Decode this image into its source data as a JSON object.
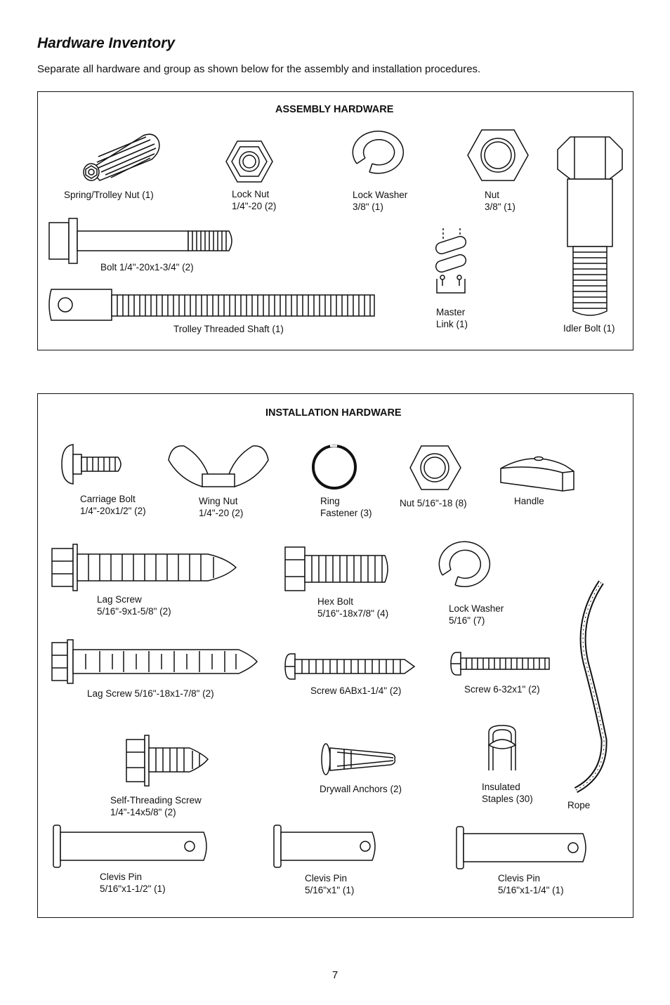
{
  "page": {
    "title": "Hardware Inventory",
    "intro": "Separate all hardware and group as shown below for the assembly and installation procedures.",
    "page_number": "7"
  },
  "assembly": {
    "heading": "ASSEMBLY HARDWARE",
    "items": {
      "spring_trolley_nut": {
        "line1": "Spring/Trolley Nut (1)",
        "icon": "spring-trolley-nut-icon"
      },
      "lock_nut": {
        "line1": "Lock Nut",
        "line2": "1/4\"-20 (2)",
        "icon": "lock-nut-icon"
      },
      "lock_washer": {
        "line1": "Lock Washer",
        "line2": "3/8\" (1)",
        "icon": "lock-washer-icon"
      },
      "nut": {
        "line1": "Nut",
        "line2": "3/8\" (1)",
        "icon": "hex-nut-icon"
      },
      "bolt": {
        "line1": "Bolt 1/4\"-20x1-3/4\" (2)",
        "icon": "bolt-icon"
      },
      "master_link": {
        "line1": "Master",
        "line2": "Link (1)",
        "icon": "master-link-icon"
      },
      "trolley_shaft": {
        "line1": "Trolley Threaded Shaft (1)",
        "icon": "threaded-shaft-icon"
      },
      "idler_bolt": {
        "line1": "Idler Bolt (1)",
        "icon": "idler-bolt-icon"
      }
    }
  },
  "installation": {
    "heading": "INSTALLATION HARDWARE",
    "items": {
      "carriage_bolt": {
        "line1": "Carriage Bolt",
        "line2": "1/4\"-20x1/2\" (2)",
        "icon": "carriage-bolt-icon"
      },
      "wing_nut": {
        "line1": "Wing Nut",
        "line2": "1/4\"-20 (2)",
        "icon": "wing-nut-icon"
      },
      "ring_fastener": {
        "line1": "Ring",
        "line2": "Fastener (3)",
        "icon": "ring-fastener-icon"
      },
      "nut": {
        "line1": "Nut 5/16\"-18 (8)",
        "icon": "hex-nut-icon"
      },
      "handle": {
        "line1": "Handle",
        "icon": "handle-icon"
      },
      "lag_screw_1": {
        "line1": "Lag Screw",
        "line2": "5/16\"-9x1-5/8\" (2)",
        "icon": "lag-screw-icon"
      },
      "hex_bolt": {
        "line1": "Hex Bolt",
        "line2": "5/16\"-18x7/8\" (4)",
        "icon": "hex-bolt-icon"
      },
      "lock_washer": {
        "line1": "Lock Washer",
        "line2": "5/16\" (7)",
        "icon": "lock-washer-icon"
      },
      "lag_screw_2": {
        "line1": "Lag Screw 5/16\"-18x1-7/8\" (2)",
        "icon": "lag-screw-icon"
      },
      "screw_6ab": {
        "line1": "Screw 6ABx1-1/4\" (2)",
        "icon": "screw-icon"
      },
      "screw_632": {
        "line1": "Screw 6-32x1\" (2)",
        "icon": "screw-icon"
      },
      "self_threading": {
        "line1": "Self-Threading Screw",
        "line2": "1/4\"-14x5/8\" (2)",
        "icon": "self-threading-screw-icon"
      },
      "drywall_anchors": {
        "line1": "Drywall Anchors (2)",
        "icon": "drywall-anchor-icon"
      },
      "insulated_staples": {
        "line1": "Insulated",
        "line2": "Staples (30)",
        "icon": "insulated-staple-icon"
      },
      "rope": {
        "line1": "Rope",
        "icon": "rope-icon"
      },
      "clevis_1": {
        "line1": "Clevis Pin",
        "line2": "5/16\"x1-1/2\" (1)",
        "icon": "clevis-pin-icon"
      },
      "clevis_2": {
        "line1": "Clevis Pin",
        "line2": "5/16\"x1\" (1)",
        "icon": "clevis-pin-icon"
      },
      "clevis_3": {
        "line1": "Clevis Pin",
        "line2": "5/16\"x1-1/4\" (1)",
        "icon": "clevis-pin-icon"
      }
    }
  }
}
